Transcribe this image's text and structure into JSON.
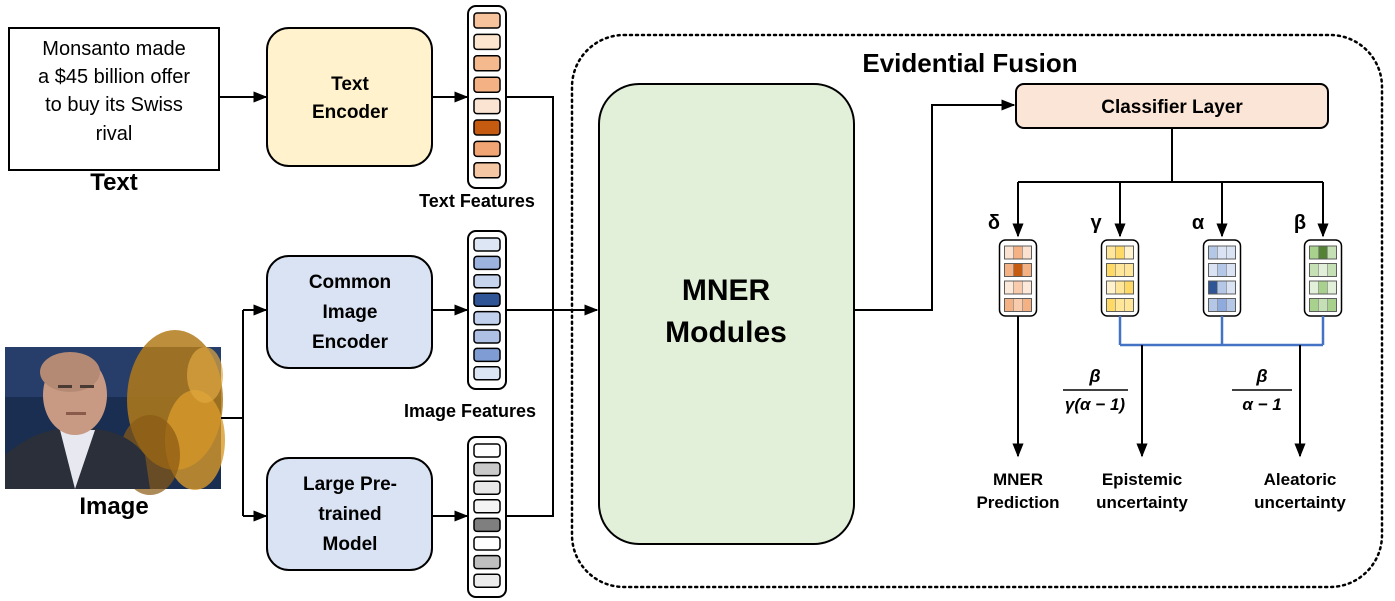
{
  "input_text": {
    "lines": [
      "Monsanto made",
      "a $45 billion offer",
      "to buy its Swiss",
      "rival"
    ],
    "caption": "Text"
  },
  "input_image": {
    "caption": "Image"
  },
  "encoders": {
    "text": [
      "Text",
      "Encoder"
    ],
    "image": [
      "Common",
      "Image",
      "Encoder"
    ],
    "large": [
      "Large Pre-",
      "trained",
      "Model"
    ]
  },
  "features": {
    "text_label": "Text Features",
    "image_label": "Image Features",
    "text_colors": [
      "#f6c39d",
      "#fce6cf",
      "#f5b98e",
      "#f4b183",
      "#fbe4d2",
      "#c55a11",
      "#f2a574",
      "#f6c7a3"
    ],
    "image_colors": [
      "#dce6f5",
      "#9cb3dd",
      "#c6d4ee",
      "#2f5597",
      "#c1d0ec",
      "#aec1e4",
      "#7f9dd4",
      "#dbe5f4"
    ],
    "model_colors": [
      "#ffffff",
      "#c9c9c9",
      "#e7e7e7",
      "#f4f4f4",
      "#7f7f7f",
      "#ffffff",
      "#bfbfbf",
      "#ececec"
    ]
  },
  "mner_modules": [
    "MNER",
    "Modules"
  ],
  "fusion": {
    "title": "Evidential Fusion",
    "classifier": "Classifier Layer",
    "params": {
      "delta": "δ",
      "gamma": "γ",
      "alpha": "α",
      "beta": "β"
    },
    "formula_epistemic": {
      "numerator": "β",
      "denominator": "γ(α − 1)"
    },
    "formula_aleatoric": {
      "numerator": "β",
      "denominator": "α − 1"
    },
    "outputs": {
      "prediction": [
        "MNER",
        "Prediction"
      ],
      "epistemic": [
        "Epistemic",
        "uncertainty"
      ],
      "aleatoric": [
        "Aleatoric",
        "uncertainty"
      ]
    },
    "mini_colors": {
      "delta": [
        [
          "#fbe1cf",
          "#f4b183",
          "#fbe1cf"
        ],
        [
          "#f4b183",
          "#c55a11",
          "#f4b183"
        ],
        [
          "#fde9d9",
          "#f8cbad",
          "#fde9d9"
        ],
        [
          "#f4b183",
          "#f8cbad",
          "#f4b183"
        ]
      ],
      "gamma": [
        [
          "#ffe699",
          "#ffd966",
          "#fff2cc"
        ],
        [
          "#ffd966",
          "#ffe699",
          "#ffe699"
        ],
        [
          "#fff2cc",
          "#ffe699",
          "#ffd966"
        ],
        [
          "#ffd966",
          "#ffe699",
          "#ffe699"
        ]
      ],
      "alpha": [
        [
          "#b4c7e7",
          "#dae3f3",
          "#dae3f3"
        ],
        [
          "#dae3f3",
          "#b4c7e7",
          "#dae3f3"
        ],
        [
          "#2f5597",
          "#b4c7e7",
          "#dae3f3"
        ],
        [
          "#b4c7e7",
          "#8faadc",
          "#b4c7e7"
        ]
      ],
      "beta": [
        [
          "#a9d18e",
          "#548235",
          "#c5e0b4"
        ],
        [
          "#c5e0b4",
          "#e2f0d9",
          "#c5e0b4"
        ],
        [
          "#e2f0d9",
          "#a9d18e",
          "#e2f0d9"
        ],
        [
          "#a9d18e",
          "#c5e0b4",
          "#a9d18e"
        ]
      ]
    }
  }
}
